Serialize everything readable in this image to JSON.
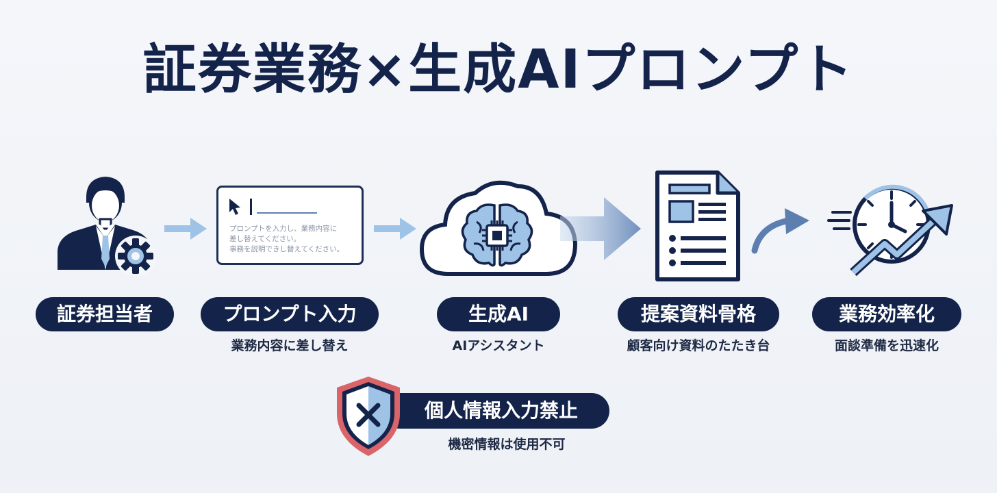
{
  "title": "証券業務×生成AIプロンプト",
  "steps": [
    {
      "label": "証券担当者",
      "sub": "",
      "icon": "businessman-gear-icon"
    },
    {
      "label": "プロンプト入力",
      "sub": "業務内容に差し替え",
      "icon": "prompt-card-icon"
    },
    {
      "label": "生成AI",
      "sub": "AIアシスタント",
      "icon": "cloud-brain-icon"
    },
    {
      "label": "提案資料骨格",
      "sub": "顧客向け資料のたたき台",
      "icon": "document-icon"
    },
    {
      "label": "業務効率化",
      "sub": "面談準備を迅速化",
      "icon": "clock-growth-icon"
    }
  ],
  "prompt_card": {
    "lines": [
      "プロンプトを入力し、業務内容に",
      "差し替えてください。",
      "事務を説明できし替えてください。"
    ]
  },
  "warning": {
    "label": "個人情報入力禁止",
    "sub": "機密情報は使用不可",
    "icon": "shield-x-icon"
  },
  "colors": {
    "navy": "#14234a",
    "light_blue": "#9ec3e6",
    "mid_blue": "#5d7fb0",
    "shield_red": "#d9646a"
  }
}
